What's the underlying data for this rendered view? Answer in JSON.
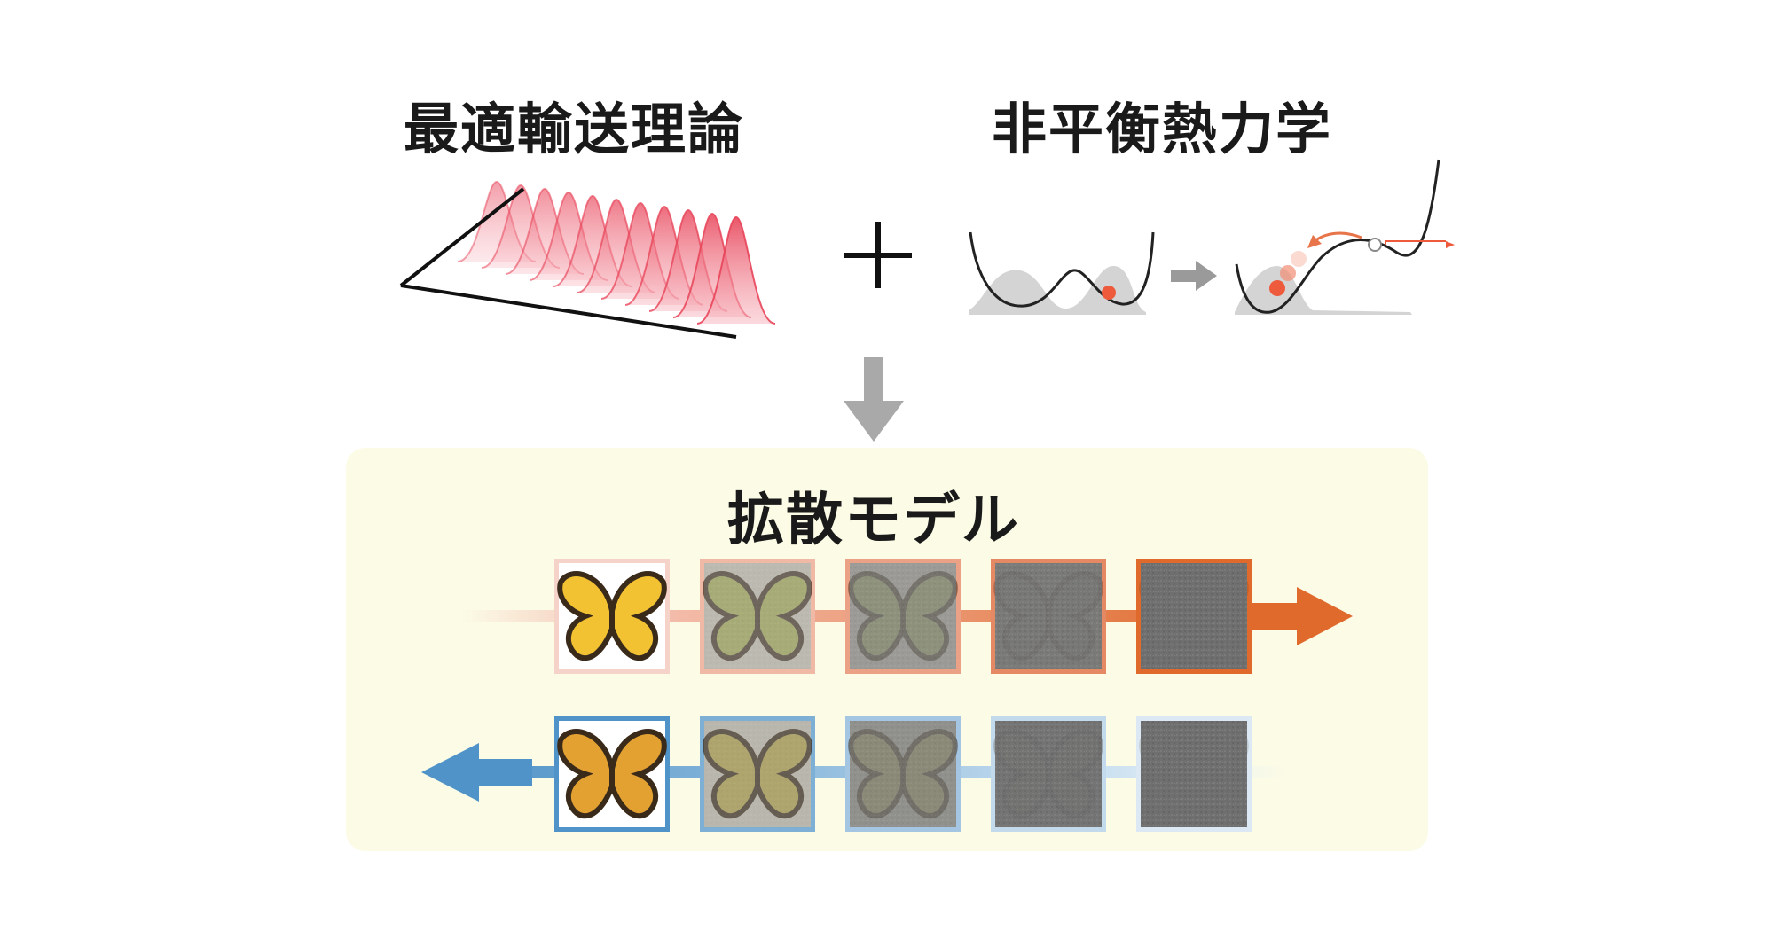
{
  "titles": {
    "optimal_transport": "最適輸送理論",
    "nonequilibrium_thermo": "非平衡熱力学",
    "diffusion_model": "拡散モデル"
  },
  "colors": {
    "ot_peaks": "#e8455a",
    "forward_arrow": "#e06a2c",
    "reverse_arrow": "#4f93c8",
    "panel_bg": "#fbfbe6",
    "gray_arrow": "#9a9a9a",
    "particle": "#ee5a3c"
  },
  "icons": {
    "plus": "plus-icon",
    "down_arrow": "arrow-down-icon",
    "right_arrow": "arrow-right-icon",
    "butterfly": "butterfly-icon"
  },
  "diffusion": {
    "forward_noise_levels": [
      0,
      0.35,
      0.55,
      0.8,
      1.0
    ],
    "reverse_noise_levels": [
      0,
      0.3,
      0.55,
      0.85,
      1.0
    ]
  }
}
